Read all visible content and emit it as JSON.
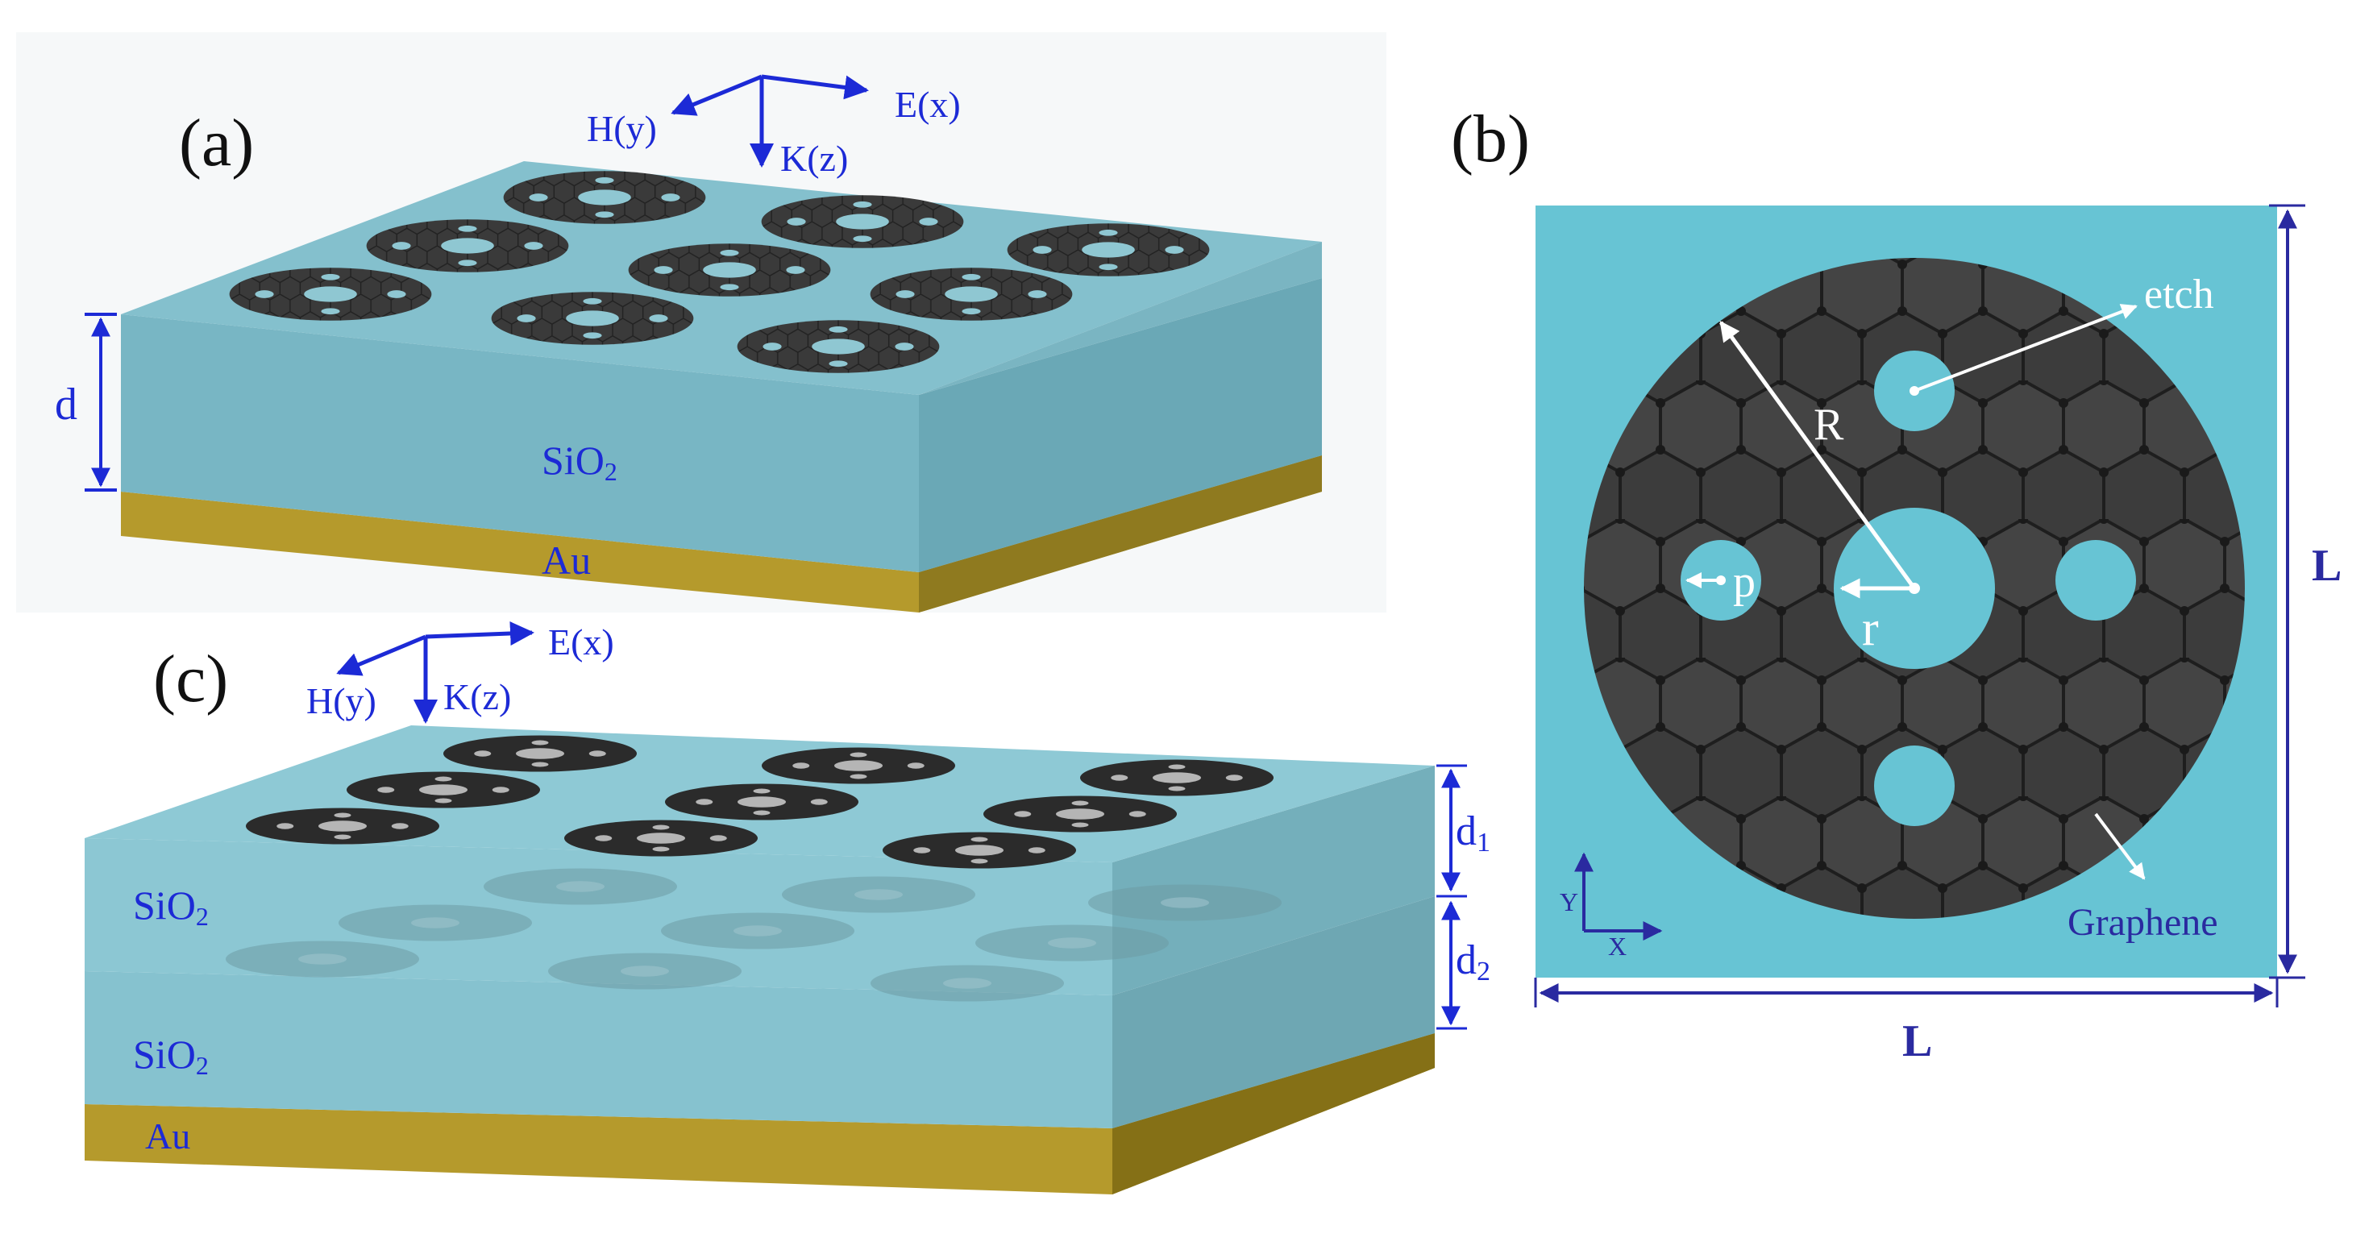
{
  "panel_a": {
    "label": "(a)",
    "axes": {
      "h": "H(y)",
      "e": "E(x)",
      "k": "K(z)"
    },
    "thickness": "d",
    "layer_sio2": "SiO",
    "layer_sio2_sub": "2",
    "layer_au": "Au"
  },
  "panel_b": {
    "label": "(b)",
    "outer_radius": "R",
    "inner_radius": "r",
    "small_radius": "p",
    "etch": "etch",
    "graphene": "Graphene",
    "axis_y": "Y",
    "axis_x": "X",
    "period_v": "L",
    "period_h": "L"
  },
  "panel_c": {
    "label": "(c)",
    "axes": {
      "h": "H(y)",
      "e": "E(x)",
      "k": "K(z)"
    },
    "thickness_1": "d",
    "thickness_1_sub": "1",
    "thickness_2": "d",
    "thickness_2_sub": "2",
    "layer_sio2_top": "SiO",
    "layer_sio2_top_sub": "2",
    "layer_sio2_bottom": "SiO",
    "layer_sio2_bottom_sub": "2",
    "layer_au": "Au"
  },
  "colors": {
    "substrate": "#7fbccb",
    "substrate_side": "#78afbd",
    "gold": "#b59a2c",
    "graphene": "#3a3a3a",
    "cyan": "#67c4d4",
    "label_blue": "#1c2ad6",
    "dim_navy": "#2a2aa0"
  }
}
